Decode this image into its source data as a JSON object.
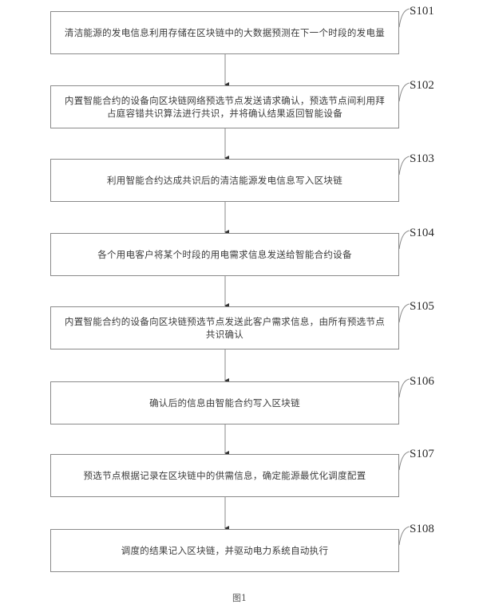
{
  "figure": {
    "caption": "图1",
    "line_color": "#8a8a8a",
    "arrow_color": "#333333"
  },
  "steps": [
    {
      "label": "S101",
      "text": "清洁能源的发电信息利用存储在区块链中的大数据预测在下一个时段的发电量"
    },
    {
      "label": "S102",
      "text": "内置智能合约的设备向区块链网络预选节点发送请求确认，预选节点间利用拜占庭容错共识算法进行共识，并将确认结果返回智能设备"
    },
    {
      "label": "S103",
      "text": "利用智能合约达成共识后的清洁能源发电信息写入区块链"
    },
    {
      "label": "S104",
      "text": "各个用电客户将某个时段的用电需求信息发送给智能合约设备"
    },
    {
      "label": "S105",
      "text": "内置智能合约的设备向区块链预选节点发送此客户需求信息，由所有预选节点共识确认"
    },
    {
      "label": "S106",
      "text": "确认后的信息由智能合约写入区块链"
    },
    {
      "label": "S107",
      "text": "预选节点根据记录在区块链中的供需信息，确定能源最优化调度配置"
    },
    {
      "label": "S108",
      "text": "调度的结果记入区块链，并驱动电力系统自动执行"
    }
  ]
}
